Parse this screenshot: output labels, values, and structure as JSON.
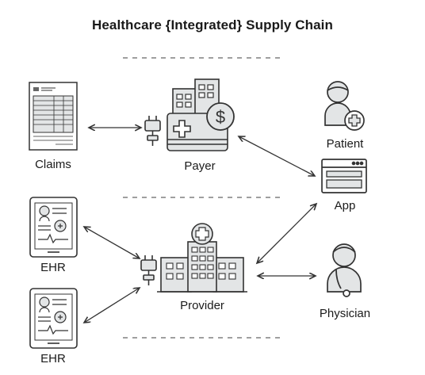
{
  "diagram": {
    "title": "Healthcare {Integrated} Supply Chain",
    "nodes": {
      "claims": "Claims",
      "payer": "Payer",
      "patient": "Patient",
      "app": "App",
      "ehr_top": "EHR",
      "ehr_bottom": "EHR",
      "provider": "Provider",
      "physician": "Physician"
    },
    "icons": [
      "claims-document-icon",
      "payer-building-icon",
      "dollar-coin-icon",
      "patient-icon",
      "app-window-icon",
      "ehr-tablet-icon",
      "provider-hospital-icon",
      "physician-icon",
      "plug-icon"
    ],
    "colors": {
      "stroke": "#333333",
      "fill": "#e3e5e6",
      "dash": "#666666"
    }
  }
}
